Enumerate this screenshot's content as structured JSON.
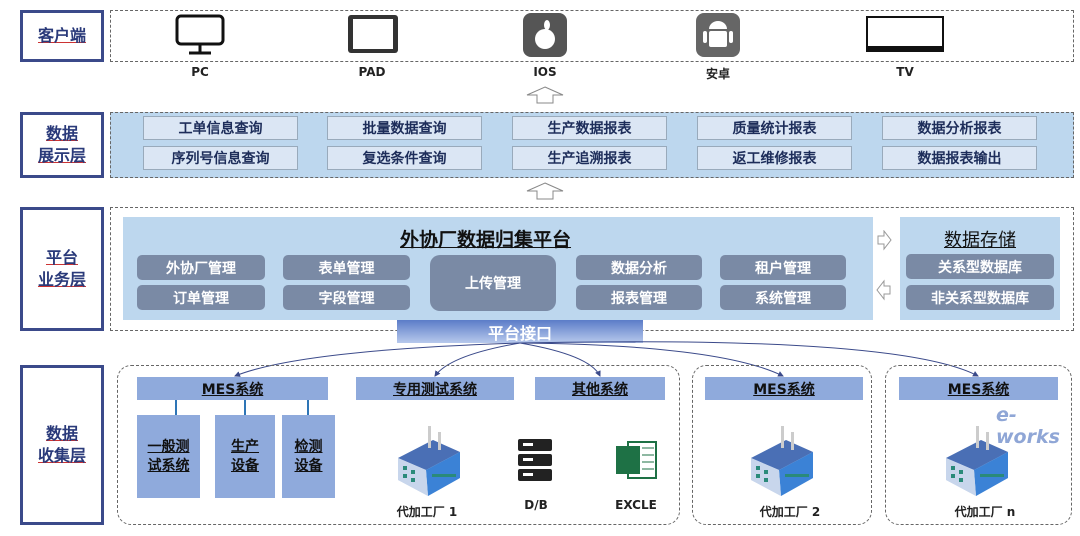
{
  "layers": [
    "客户端",
    "数据\n展示层",
    "平台\n业务层",
    "数据\n收集层"
  ],
  "clients": [
    {
      "label": "PC",
      "icon": "monitor-icon"
    },
    {
      "label": "PAD",
      "icon": "tablet-icon"
    },
    {
      "label": "IOS",
      "icon": "apple-icon"
    },
    {
      "label": "安卓",
      "icon": "android-icon"
    },
    {
      "label": "TV",
      "icon": "tv-icon"
    }
  ],
  "display": [
    [
      "工单信息查询",
      "序列号信息查询"
    ],
    [
      "批量数据查询",
      "复选条件查询"
    ],
    [
      "生产数据报表",
      "生产追溯报表"
    ],
    [
      "质量统计报表",
      "返工维修报表"
    ],
    [
      "数据分析报表",
      "数据报表输出"
    ]
  ],
  "platform": {
    "title": "外协厂数据归集平台",
    "left": [
      "外协厂管理",
      "订单管理",
      "表单管理",
      "字段管理"
    ],
    "center": "上传管理",
    "right": [
      "数据分析",
      "报表管理",
      "租户管理",
      "系统管理"
    ],
    "interface": "平台接口"
  },
  "storage": {
    "title": "数据存储",
    "items": [
      "关系型数据库",
      "非关系型数据库"
    ]
  },
  "collect": {
    "mes": "MES系统",
    "test": "专用测试系统",
    "other": "其他系统",
    "subs": [
      "一般测\n试系统",
      "生产\n设备",
      "检测\n设备"
    ],
    "factory1": "代加工厂 1",
    "db": "D/B",
    "excel": "EXCLE",
    "factory2": "代加工厂 2",
    "factoryn": "代加工厂 n"
  },
  "watermark": "e-works",
  "colors": {
    "layer_border": "#3b4a8a",
    "module": "#7a8aa5",
    "bar": "#8faadc",
    "panel": "#bdd7ee"
  }
}
